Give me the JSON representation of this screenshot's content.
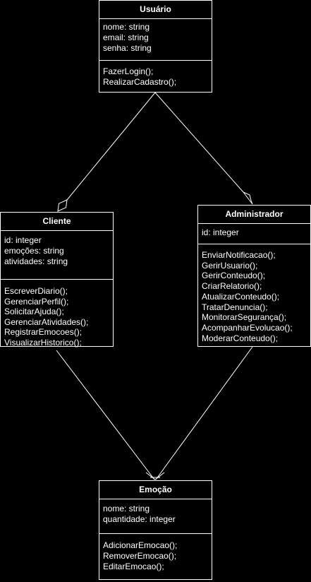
{
  "diagram": {
    "classes": {
      "usuario": {
        "name": "Usuário",
        "attributes": [
          "nome: string",
          "email: string",
          "senha: string"
        ],
        "methods": [
          "FazerLogin();",
          "RealizarCadastro();"
        ]
      },
      "cliente": {
        "name": "Cliente",
        "attributes": [
          "id: integer",
          "emoções: string",
          "atividades: string"
        ],
        "methods": [
          "EscreverDiario();",
          "GerenciarPerfil();",
          "SolicitarAjuda();",
          "GerenciarAtividades();",
          "RegistrarEmocoes();",
          "VisualizarHistorico();"
        ]
      },
      "administrador": {
        "name": "Administrador",
        "attributes": [
          "id: integer"
        ],
        "methods": [
          "EnviarNotificacao();",
          "GerirUsuario();",
          "GerirConteudo();",
          "CriarRelatorio();",
          "AtualizarConteudo();",
          "TratarDenuncia();",
          "MonitorarSegurança();",
          "AcompanharEvolucao();",
          "ModerarConteudo();"
        ]
      },
      "emocao": {
        "name": "Emoção",
        "attributes": [
          "nome: string",
          "quantidade: integer"
        ],
        "methods": [
          "AdicionarEmocao();",
          "RemoverEmocao();",
          "EditarEmocao();"
        ]
      }
    },
    "relations": [
      {
        "from": "cliente",
        "to": "usuario",
        "type": "aggregation"
      },
      {
        "from": "administrador",
        "to": "usuario",
        "type": "aggregation"
      },
      {
        "from": "cliente",
        "to": "emocao",
        "type": "association"
      },
      {
        "from": "administrador",
        "to": "emocao",
        "type": "association"
      }
    ],
    "colors": {
      "background": "#000000",
      "stroke": "#ffffff",
      "text": "#ffffff"
    }
  }
}
